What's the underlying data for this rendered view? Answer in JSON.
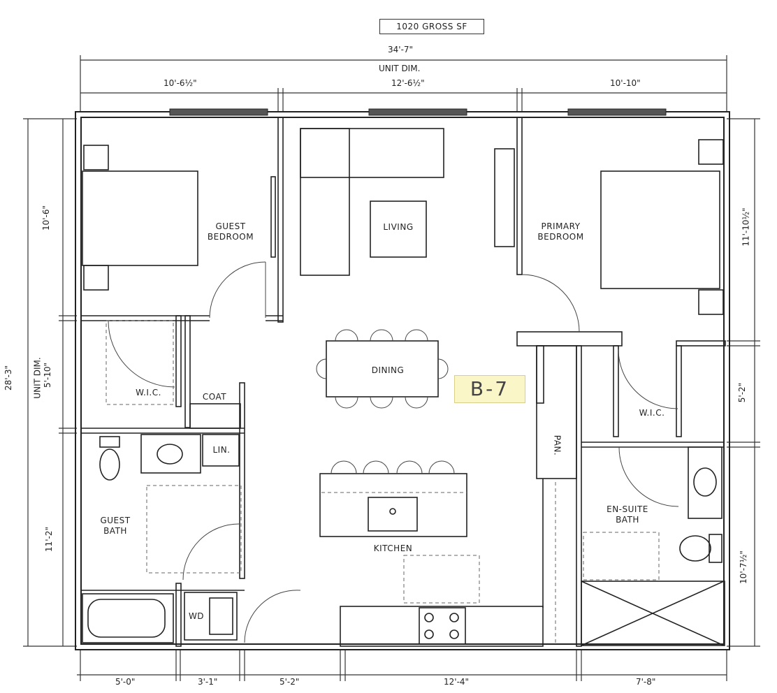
{
  "header": {
    "gross_sf": "1020 GROSS SF",
    "overall_width": "34'-7\"",
    "unit_dim_label": "UNIT DIM."
  },
  "top_dims": [
    "10'-6½\"",
    "12'-6½\"",
    "10'-10\""
  ],
  "bottom_dims": [
    "5'-0\"",
    "3'-1\"",
    "5'-2\"",
    "12'-4\"",
    "7'-8\""
  ],
  "left_dims": {
    "overall": "28'-3\"",
    "unit_dim": "UNIT DIM.",
    "segments": [
      "10'-6\"",
      "5'-10\"",
      "11'-2\""
    ]
  },
  "right_dims": [
    "11'-10½\"",
    "5'-2\"",
    "10'-7½\""
  ],
  "rooms": {
    "guest_bedroom": "GUEST\nBEDROOM",
    "living": "LIVING",
    "primary_bedroom": "PRIMARY\nBEDROOM",
    "dining": "DINING",
    "wic_left": "W.I.C.",
    "coat": "COAT",
    "wic_right": "W.I.C.",
    "pantry": "PAN.",
    "linen": "LIN.",
    "guest_bath": "GUEST\nBATH",
    "kitchen": "KITCHEN",
    "ensuite_bath": "EN-SUITE\nBATH",
    "wd": "WD"
  },
  "unit_tag": "B-7"
}
